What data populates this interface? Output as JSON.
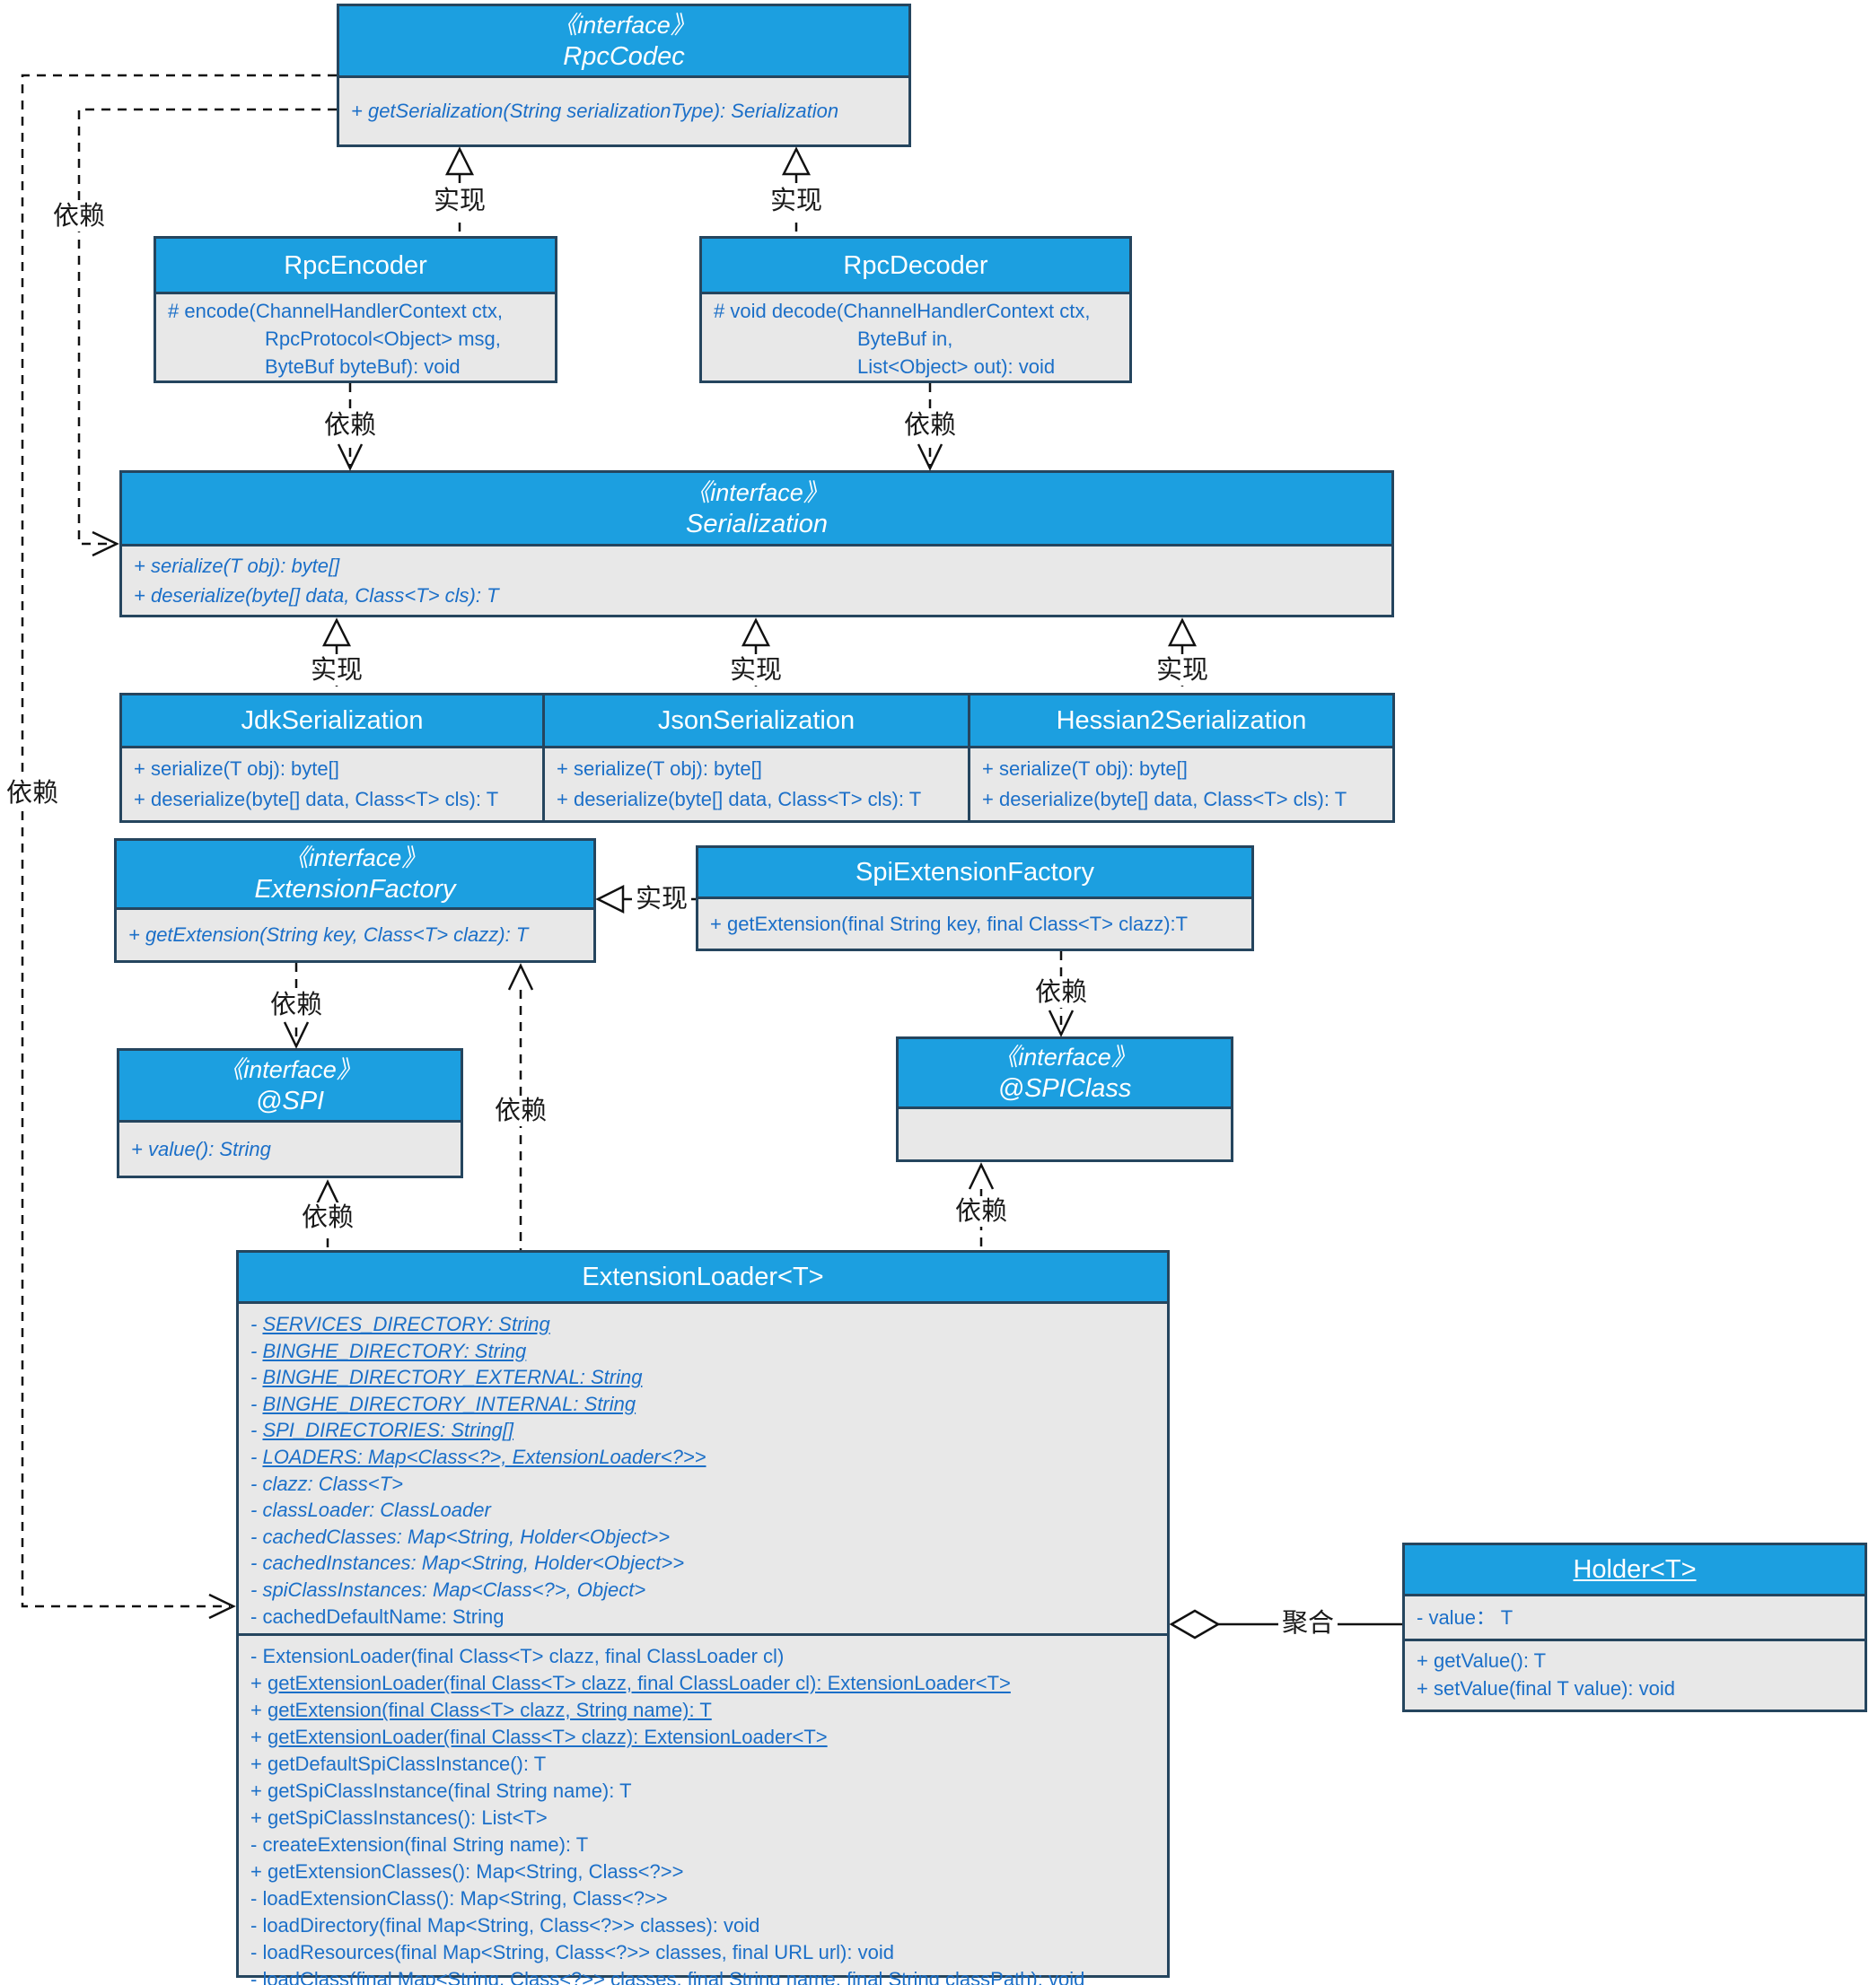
{
  "labels": {
    "realize": "实现",
    "depend": "依赖",
    "aggregate": "聚合",
    "interface_stereotype": "《interface》"
  },
  "colors": {
    "header_blue": "#1C9FE0",
    "border": "#25455E",
    "body_gray": "#E8E8E8",
    "member_blue": "#1B6FC8",
    "line_black": "#111111"
  },
  "classes": {
    "rpc_codec": {
      "stereotype": "《interface》",
      "name": "RpcCodec",
      "members": [
        {
          "t": "+ getSerialization(String serializationType): Serialization",
          "i": 1
        }
      ]
    },
    "rpc_encoder": {
      "name": "RpcEncoder",
      "members": [
        {
          "t": "# encode(ChannelHandlerContext ctx,"
        },
        {
          "t": "RpcProtocol<Object> msg,",
          "pad": 108
        },
        {
          "t": "ByteBuf byteBuf): void",
          "pad": 108
        }
      ]
    },
    "rpc_decoder": {
      "name": "RpcDecoder",
      "members": [
        {
          "t": "# void decode(ChannelHandlerContext ctx,"
        },
        {
          "t": "ByteBuf in,",
          "pad": 160
        },
        {
          "t": "List<Object> out): void",
          "pad": 160
        }
      ]
    },
    "serialization": {
      "stereotype": "《interface》",
      "name": "Serialization",
      "members": [
        {
          "t": "+ serialize(T obj): byte[]",
          "i": 1
        },
        {
          "t": "+ deserialize(byte[] data, Class<T> cls): T",
          "i": 1
        }
      ]
    },
    "jdk_serialization": {
      "name": "JdkSerialization",
      "members": [
        {
          "t": "+ serialize(T obj): byte[]"
        },
        {
          "t": "+ deserialize(byte[] data, Class<T> cls): T"
        }
      ]
    },
    "json_serialization": {
      "name": "JsonSerialization",
      "members": [
        {
          "t": "+ serialize(T obj): byte[]"
        },
        {
          "t": "+ deserialize(byte[] data, Class<T> cls): T"
        }
      ]
    },
    "hessian2_serialization": {
      "name": "Hessian2Serialization",
      "members": [
        {
          "t": "+ serialize(T obj): byte[]"
        },
        {
          "t": "+ deserialize(byte[] data, Class<T> cls): T"
        }
      ]
    },
    "extension_factory": {
      "stereotype": "《interface》",
      "name": "ExtensionFactory",
      "members": [
        {
          "t": "+ getExtension(String key, Class<T> clazz): T",
          "i": 1
        }
      ]
    },
    "spi_extension_factory": {
      "name": "SpiExtensionFactory",
      "members": [
        {
          "t": "+ getExtension(final String key, final Class<T> clazz):T"
        }
      ]
    },
    "spi": {
      "stereotype": "《interface》",
      "name": "@SPI",
      "members": [
        {
          "t": "+ value(): String",
          "i": 1
        }
      ]
    },
    "spi_class": {
      "stereotype": "《interface》",
      "name": "@SPIClass",
      "members": []
    },
    "extension_loader": {
      "name": "ExtensionLoader<T>",
      "fields": [
        {
          "t": "- SERVICES_DIRECTORY: String",
          "i": 1,
          "u": 1
        },
        {
          "t": "- BINGHE_DIRECTORY: String",
          "i": 1,
          "u": 1
        },
        {
          "t": "- BINGHE_DIRECTORY_EXTERNAL: String",
          "i": 1,
          "u": 1
        },
        {
          "t": "- BINGHE_DIRECTORY_INTERNAL: String",
          "i": 1,
          "u": 1
        },
        {
          "t": "- SPI_DIRECTORIES: String[]",
          "i": 1,
          "u": 1
        },
        {
          "t": "- LOADERS: Map<Class<?>, ExtensionLoader<?>>",
          "i": 1,
          "u": 1
        },
        {
          "t": "- clazz: Class<T>",
          "i": 1
        },
        {
          "t": "- classLoader: ClassLoader",
          "i": 1
        },
        {
          "t": "- cachedClasses: Map<String, Holder<Object>>",
          "i": 1
        },
        {
          "t": "- cachedInstances: Map<String, Holder<Object>>",
          "i": 1
        },
        {
          "t": "- spiClassInstances: Map<Class<?>, Object>",
          "i": 1
        },
        {
          "t": "- cachedDefaultName: String"
        }
      ],
      "methods": [
        {
          "t": "- ExtensionLoader(final Class<T> clazz, final ClassLoader cl)"
        },
        {
          "t": "+ getExtensionLoader(final Class<T> clazz, final ClassLoader cl): ExtensionLoader<T>",
          "u": 1
        },
        {
          "t": "+ getExtension(final Class<T> clazz, String name): T",
          "u": 1
        },
        {
          "t": "+ getExtensionLoader(final Class<T> clazz): ExtensionLoader<T>",
          "u": 1
        },
        {
          "t": "+ getDefaultSpiClassInstance(): T"
        },
        {
          "t": "+ getSpiClassInstance(final String name): T"
        },
        {
          "t": "+ getSpiClassInstances(): List<T>"
        },
        {
          "t": "- createExtension(final String name): T"
        },
        {
          "t": "+ getExtensionClasses(): Map<String, Class<?>>"
        },
        {
          "t": "- loadExtensionClass(): Map<String, Class<?>>"
        },
        {
          "t": "- loadDirectory(final Map<String, Class<?>> classes): void"
        },
        {
          "t": "- loadResources(final Map<String, Class<?>> classes, final URL url): void"
        },
        {
          "t": "- loadClass(final Map<String, Class<?>> classes, final String name, final String classPath): void"
        }
      ]
    },
    "holder": {
      "name": "Holder<T>",
      "fields": [
        {
          "t": "- value： T"
        }
      ],
      "methods": [
        {
          "t": "+ getValue(): T"
        },
        {
          "t": "+ setValue(final T value): void"
        }
      ]
    }
  }
}
